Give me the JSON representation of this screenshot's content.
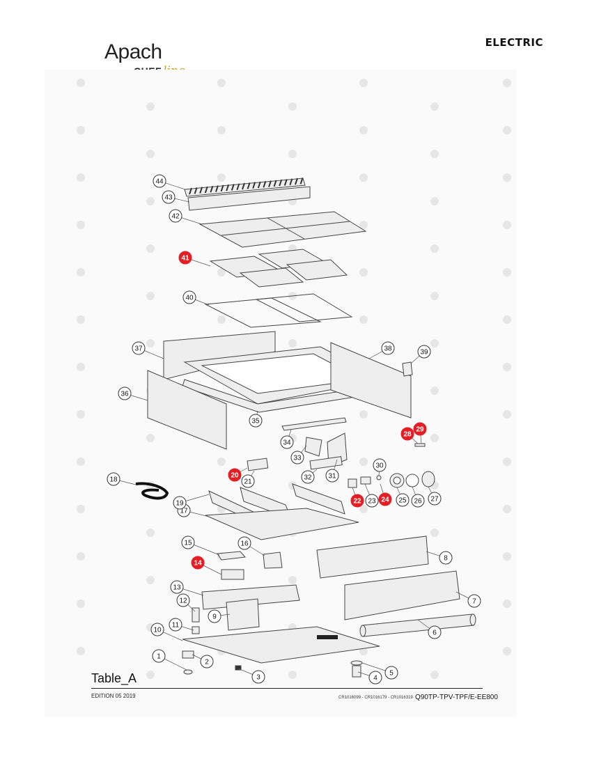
{
  "brand": {
    "name": "Apach",
    "sub1": "CHEF",
    "sub2": "line"
  },
  "category": "ELECTRIC",
  "footer": {
    "table": "Table_A",
    "edition": "EDITION 05 2019",
    "codes": "CR1016099 - CR1016179 - CR1016319",
    "model": "Q90TP-TPV-TPF/E-EE800"
  },
  "colors": {
    "highlight": "#e31e24",
    "line": "#444444",
    "part_fill": "#eeeeee",
    "dark": "#333333"
  },
  "callouts": [
    {
      "n": "1",
      "highlight": false
    },
    {
      "n": "2",
      "highlight": false
    },
    {
      "n": "3",
      "highlight": false
    },
    {
      "n": "4",
      "highlight": false
    },
    {
      "n": "5",
      "highlight": false
    },
    {
      "n": "6",
      "highlight": false
    },
    {
      "n": "7",
      "highlight": false
    },
    {
      "n": "8",
      "highlight": false
    },
    {
      "n": "9",
      "highlight": false
    },
    {
      "n": "10",
      "highlight": false
    },
    {
      "n": "11",
      "highlight": false
    },
    {
      "n": "12",
      "highlight": false
    },
    {
      "n": "13",
      "highlight": false
    },
    {
      "n": "14",
      "highlight": true
    },
    {
      "n": "15",
      "highlight": false
    },
    {
      "n": "16",
      "highlight": false
    },
    {
      "n": "17",
      "highlight": false
    },
    {
      "n": "18",
      "highlight": false
    },
    {
      "n": "19",
      "highlight": false
    },
    {
      "n": "20",
      "highlight": true
    },
    {
      "n": "21",
      "highlight": false
    },
    {
      "n": "22",
      "highlight": true
    },
    {
      "n": "23",
      "highlight": false
    },
    {
      "n": "24",
      "highlight": true
    },
    {
      "n": "25",
      "highlight": false
    },
    {
      "n": "26",
      "highlight": false
    },
    {
      "n": "27",
      "highlight": false
    },
    {
      "n": "28",
      "highlight": true
    },
    {
      "n": "29",
      "highlight": true
    },
    {
      "n": "30",
      "highlight": false
    },
    {
      "n": "31",
      "highlight": false
    },
    {
      "n": "32",
      "highlight": false
    },
    {
      "n": "33",
      "highlight": false
    },
    {
      "n": "34",
      "highlight": false
    },
    {
      "n": "35",
      "highlight": false
    },
    {
      "n": "36",
      "highlight": false
    },
    {
      "n": "37",
      "highlight": false
    },
    {
      "n": "38",
      "highlight": false
    },
    {
      "n": "39",
      "highlight": false
    },
    {
      "n": "40",
      "highlight": false
    },
    {
      "n": "41",
      "highlight": true
    },
    {
      "n": "42",
      "highlight": false
    },
    {
      "n": "43",
      "highlight": false
    },
    {
      "n": "44",
      "highlight": false
    }
  ]
}
